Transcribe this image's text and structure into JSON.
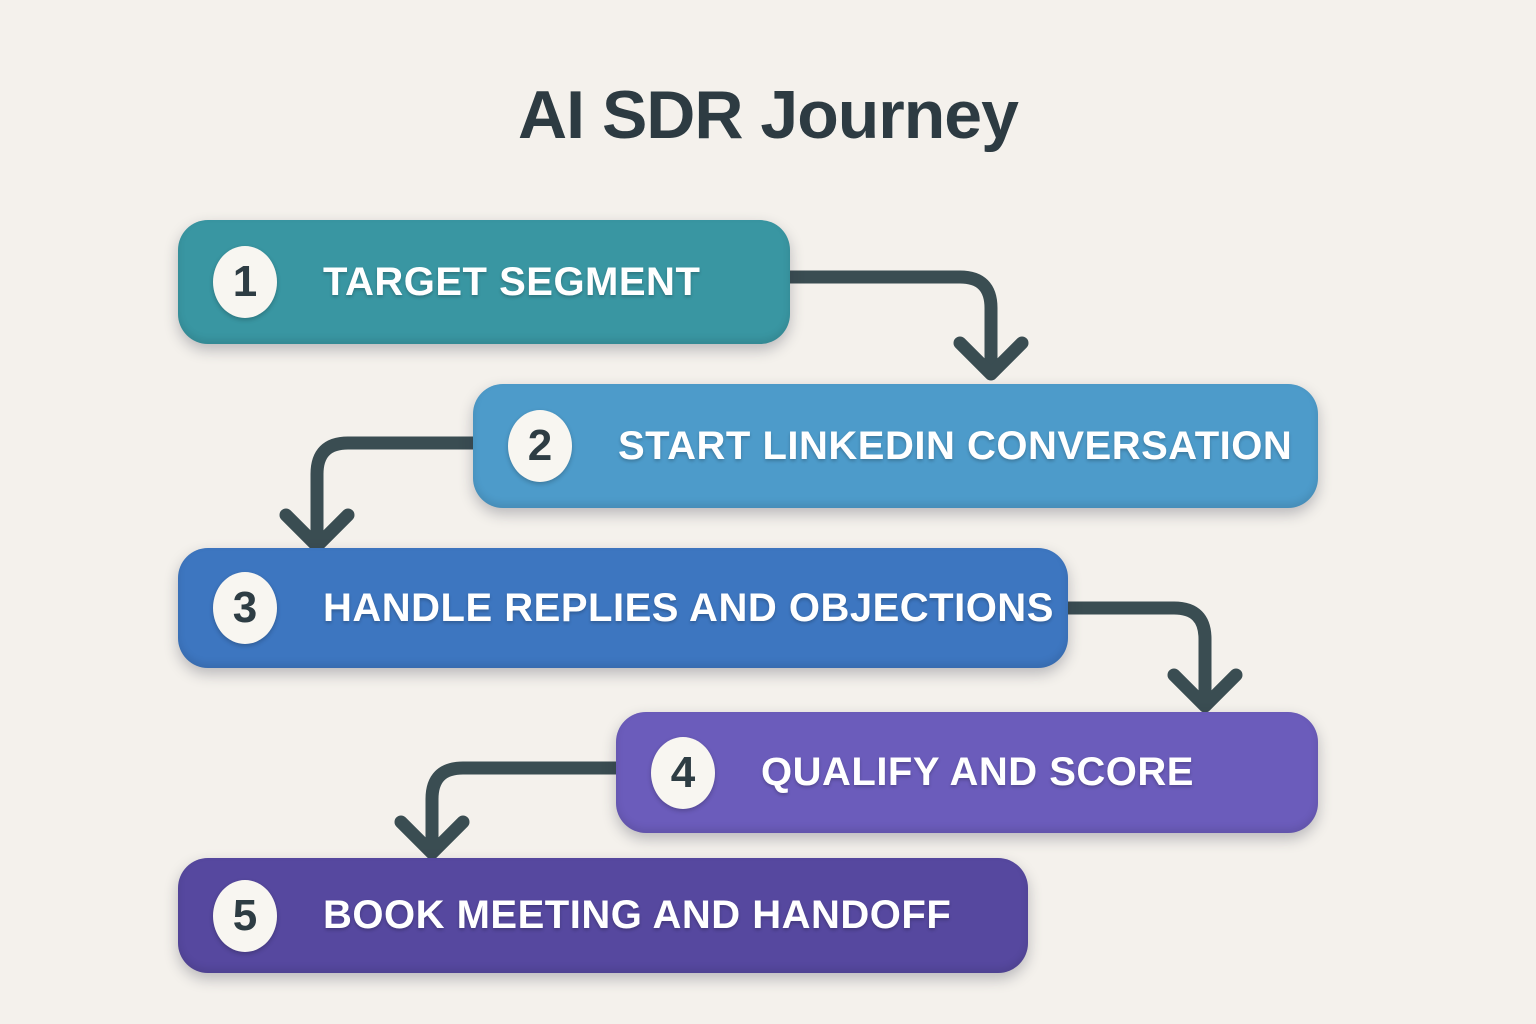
{
  "title": "AI SDR Journey",
  "colors": {
    "background": "#f4f1ec",
    "title_text": "#2d3b42",
    "arrow": "#3a4d52",
    "circle_fill": "#f8f6f1",
    "number_text": "#2e3d44",
    "label_text": "#ffffff"
  },
  "steps": [
    {
      "number": "1",
      "label": "TARGET SEGMENT",
      "color": "#3996a2"
    },
    {
      "number": "2",
      "label": "START LINKEDIN CONVERSATION",
      "color": "#4d9bca"
    },
    {
      "number": "3",
      "label": "HANDLE REPLIES AND OBJECTIONS",
      "color": "#3d76c0"
    },
    {
      "number": "4",
      "label": "QUALIFY AND SCORE",
      "color": "#6b5cbb"
    },
    {
      "number": "5",
      "label": "BOOK MEETING AND HANDOFF",
      "color": "#56489f"
    }
  ],
  "connections": [
    {
      "from": "1",
      "to": "2",
      "exit_side": "right"
    },
    {
      "from": "2",
      "to": "3",
      "exit_side": "left"
    },
    {
      "from": "3",
      "to": "4",
      "exit_side": "right"
    },
    {
      "from": "4",
      "to": "5",
      "exit_side": "left"
    }
  ]
}
